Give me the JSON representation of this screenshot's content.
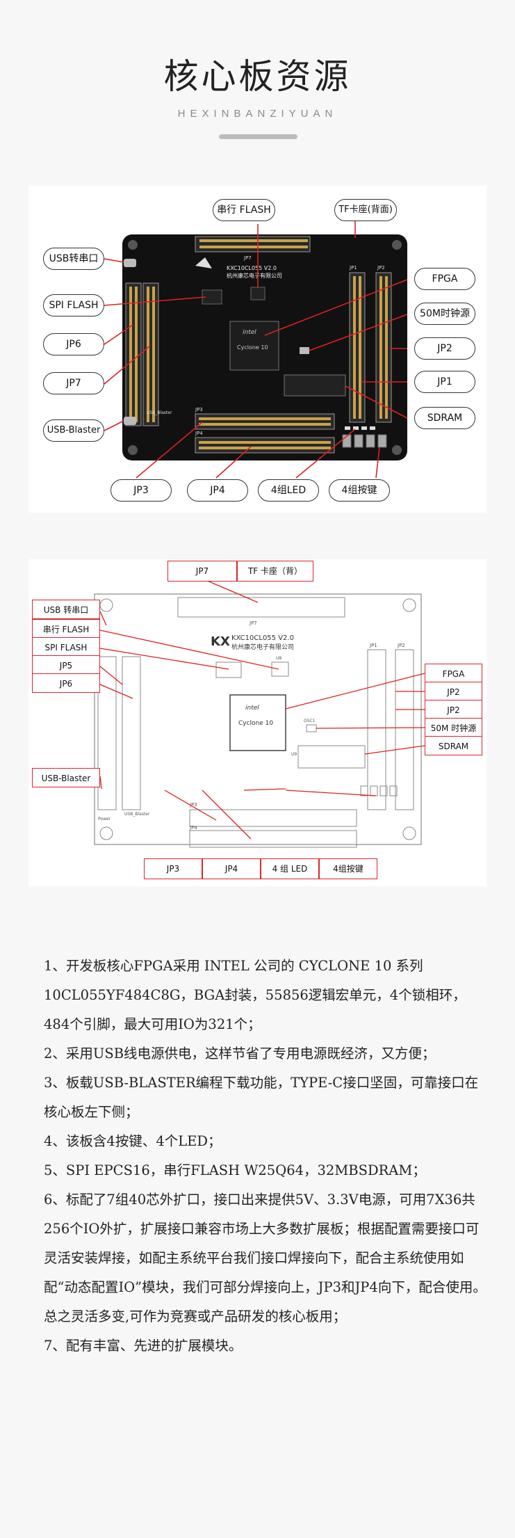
{
  "header": {
    "title": "核心板资源",
    "subtitle": "HEXINBANZIYUAN"
  },
  "board": {
    "model": "KXC10CL055 V2.0",
    "company": "杭州康芯电子有限公司",
    "chip_brand": "intel",
    "chip_name": "Cyclone 10"
  },
  "diagram1": {
    "callouts": [
      "串行 FLASH",
      "TF卡座(背面)",
      "USB转串口",
      "FPGA",
      "SPI FLASH",
      "50M时钟源",
      "JP6",
      "JP2",
      "JP7",
      "JP1",
      "USB-Blaster",
      "SDRAM",
      "JP3",
      "JP4",
      "4组LED",
      "4组按键"
    ],
    "silk": {
      "jp7": "JP7",
      "jp1": "JP1",
      "jp2": "JP2",
      "jp3": "JP3",
      "jp4": "JP4",
      "usb_blaster": "USB_Blaster"
    }
  },
  "diagram2": {
    "callouts": [
      "JP7",
      "TF 卡座（背）",
      "USB 转串口",
      "串行 FLASH",
      "SPI FLASH",
      "JP5",
      "JP6",
      "FPGA",
      "JP2",
      "JP2",
      "50M 时钟源",
      "SDRAM",
      "USB-Blaster",
      "JP3",
      "JP4",
      "4 组 LED",
      "4组按键"
    ],
    "silk": {
      "jp7": "JP7",
      "jp1": "JP1",
      "jp2": "JP2",
      "jp3": "JP3",
      "jp4": "JP4",
      "u8": "U8",
      "u9": "U9",
      "osc1": "OSC1",
      "power": "Power",
      "usb_blaster": "USB_Blaster"
    }
  },
  "description": [
    "1、开发板核心FPGA采用 INTEL 公司的 CYCLONE 10 系列10CL055YF484C8G，BGA封装，55856逻辑宏单元，4个锁相环，484个引脚，最大可用IO为321个；",
    "2、采用USB线电源供电，这样节省了专用电源既经济，又方便；",
    "3、板载USB-BLASTER编程下载功能，TYPE-C接口坚固，可靠接口在核心板左下侧；",
    "4、该板含4按键、4个LED；",
    "5、SPI EPCS16，串行FLASH W25Q64，32MBSDRAM；",
    "6、标配了7组40芯外扩口，接口出来提供5V、3.3V电源，可用7X36共256个IO外扩，扩展接口兼容市场上大多数扩展板；根据配置需要接口可灵活安装焊接，如配主系统平台我们接口焊接向下，配合主系统使用如配“动态配置IO”模块，我们可部分焊接向上，JP3和JP4向下，配合使用。总之灵活多变,可作为竞赛或产品研发的核心板用；",
    "7、配有丰富、先进的扩展模块。"
  ]
}
